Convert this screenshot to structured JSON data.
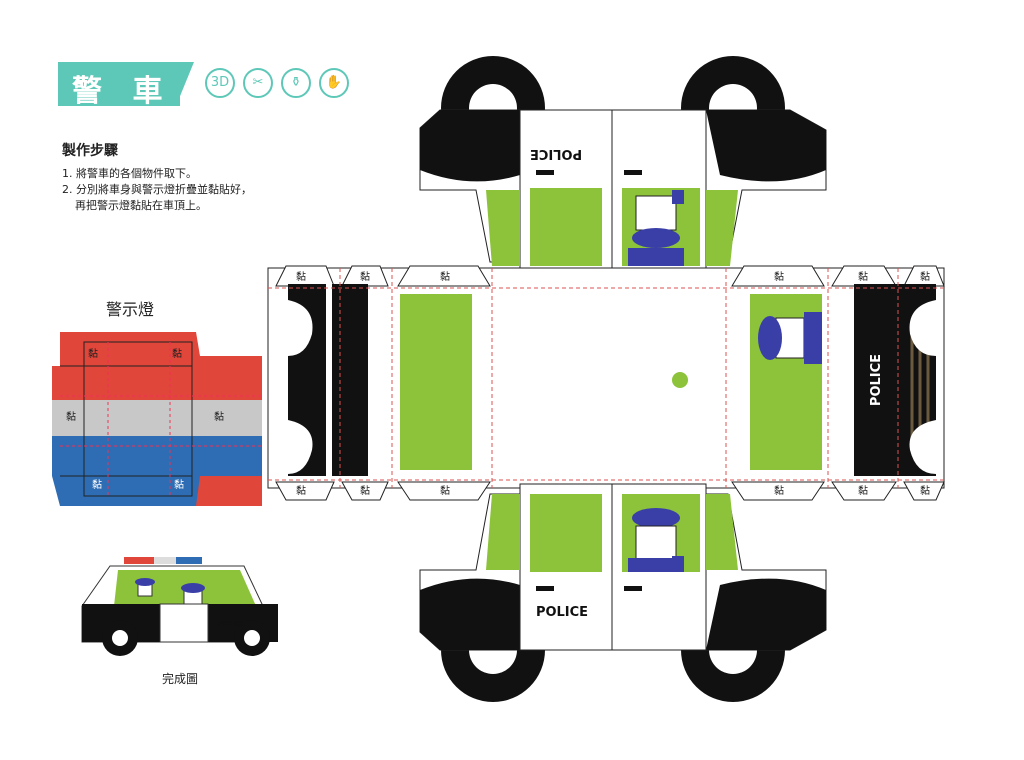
{
  "title": "警 車",
  "tool_icons": [
    {
      "name": "3d-icon",
      "glyph": "3D"
    },
    {
      "name": "scissors-icon",
      "glyph": "✂"
    },
    {
      "name": "glue-icon",
      "glyph": "⚱"
    },
    {
      "name": "hand-icon",
      "glyph": "✋"
    }
  ],
  "steps": {
    "heading": "製作步驟",
    "line1": "1. 將警車的各個物件取下。",
    "line2": "2. 分別將車身與警示燈折疊並黏貼好，",
    "line3": "再把警示燈黏貼在車頂上。"
  },
  "labels": {
    "siren": "警示燈",
    "finished": "完成圖",
    "glue": "黏",
    "police": "POLICE"
  },
  "colors": {
    "accent": "#5ec8b8",
    "green": "#8dc33b",
    "black": "#111111",
    "red": "#e0463a",
    "blue": "#2e6db4",
    "gray": "#c8c8c8",
    "officer": "#3a3fa8",
    "cut_line": "#d9534f"
  }
}
